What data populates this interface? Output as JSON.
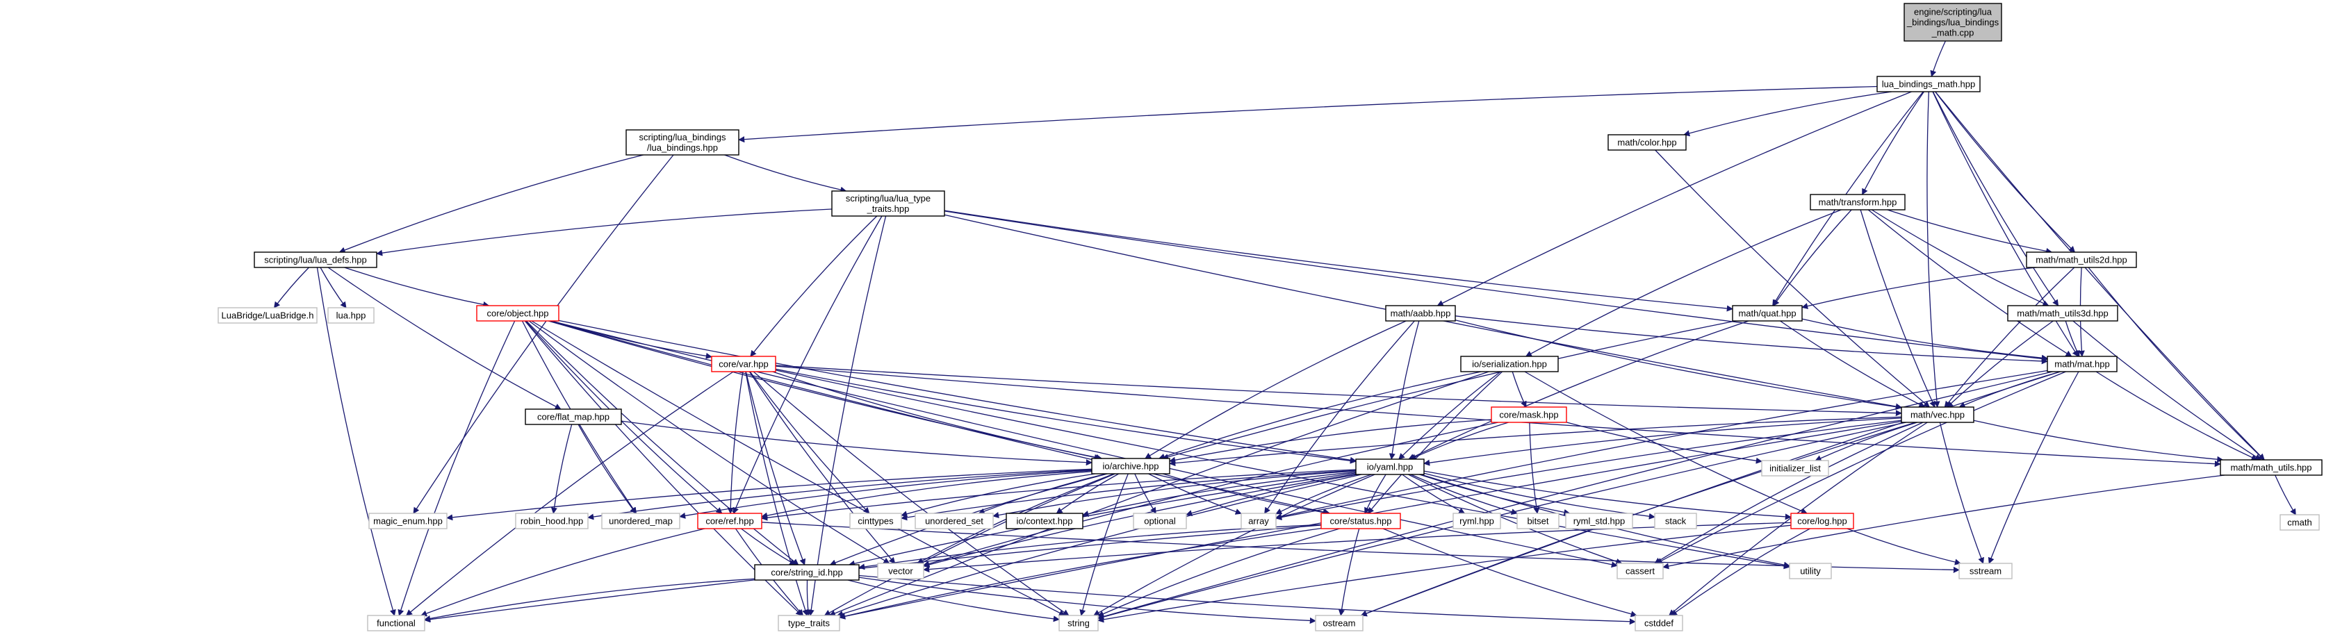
{
  "title": "engine/scripting/lua/lua_bindings/lua_bindings_math.cpp",
  "colors": {
    "edge": "#191970",
    "root_fill": "#bfbfbf",
    "root_stroke": "#000000",
    "node_fill": "#ffffff",
    "node_stroke": "#000000",
    "truncated_stroke": "#ff0000",
    "system_stroke": "#bfbfbf",
    "text": "#000000"
  },
  "nodes": [
    {
      "id": "root",
      "label": [
        "engine/scripting/lua",
        "_bindings/lua_bindings",
        "_math.cpp"
      ],
      "kind": "root"
    },
    {
      "id": "lbm",
      "label": [
        "lua_bindings_math.hpp"
      ],
      "kind": "normal"
    },
    {
      "id": "slb",
      "label": [
        "scripting/lua_bindings",
        "/lua_bindings.hpp"
      ],
      "kind": "normal"
    },
    {
      "id": "color",
      "label": [
        "math/color.hpp"
      ],
      "kind": "normal"
    },
    {
      "id": "ltt",
      "label": [
        "scripting/lua/lua_type",
        "_traits.hpp"
      ],
      "kind": "normal"
    },
    {
      "id": "transform",
      "label": [
        "math/transform.hpp"
      ],
      "kind": "normal"
    },
    {
      "id": "mu2d",
      "label": [
        "math/math_utils2d.hpp"
      ],
      "kind": "normal"
    },
    {
      "id": "luadefs",
      "label": [
        "scripting/lua/lua_defs.hpp"
      ],
      "kind": "normal"
    },
    {
      "id": "lbridge",
      "label": [
        "LuaBridge/LuaBridge.h"
      ],
      "kind": "system"
    },
    {
      "id": "luahpp",
      "label": [
        "lua.hpp"
      ],
      "kind": "system"
    },
    {
      "id": "object",
      "label": [
        "core/object.hpp"
      ],
      "kind": "truncated"
    },
    {
      "id": "aabb",
      "label": [
        "math/aabb.hpp"
      ],
      "kind": "normal"
    },
    {
      "id": "quat",
      "label": [
        "math/quat.hpp"
      ],
      "kind": "normal"
    },
    {
      "id": "mu3d",
      "label": [
        "math/math_utils3d.hpp"
      ],
      "kind": "normal"
    },
    {
      "id": "var",
      "label": [
        "core/var.hpp"
      ],
      "kind": "truncated"
    },
    {
      "id": "serial",
      "label": [
        "io/serialization.hpp"
      ],
      "kind": "normal"
    },
    {
      "id": "mat",
      "label": [
        "math/mat.hpp"
      ],
      "kind": "normal"
    },
    {
      "id": "flatmap",
      "label": [
        "core/flat_map.hpp"
      ],
      "kind": "normal"
    },
    {
      "id": "mask",
      "label": [
        "core/mask.hpp"
      ],
      "kind": "truncated"
    },
    {
      "id": "vec",
      "label": [
        "math/vec.hpp"
      ],
      "kind": "normal"
    },
    {
      "id": "archive",
      "label": [
        "io/archive.hpp"
      ],
      "kind": "normal"
    },
    {
      "id": "yaml",
      "label": [
        "io/yaml.hpp"
      ],
      "kind": "normal"
    },
    {
      "id": "initlist",
      "label": [
        "initializer_list"
      ],
      "kind": "system"
    },
    {
      "id": "mathutils",
      "label": [
        "math/math_utils.hpp"
      ],
      "kind": "normal"
    },
    {
      "id": "magicenum",
      "label": [
        "magic_enum.hpp"
      ],
      "kind": "system"
    },
    {
      "id": "robinhood",
      "label": [
        "robin_hood.hpp"
      ],
      "kind": "system"
    },
    {
      "id": "umap",
      "label": [
        "unordered_map"
      ],
      "kind": "system"
    },
    {
      "id": "ref",
      "label": [
        "core/ref.hpp"
      ],
      "kind": "truncated"
    },
    {
      "id": "cinttypes",
      "label": [
        "cinttypes"
      ],
      "kind": "system"
    },
    {
      "id": "uset",
      "label": [
        "unordered_set"
      ],
      "kind": "system"
    },
    {
      "id": "context",
      "label": [
        "io/context.hpp"
      ],
      "kind": "normal"
    },
    {
      "id": "optional",
      "label": [
        "optional"
      ],
      "kind": "system"
    },
    {
      "id": "array",
      "label": [
        "array"
      ],
      "kind": "system"
    },
    {
      "id": "status",
      "label": [
        "core/status.hpp"
      ],
      "kind": "truncated"
    },
    {
      "id": "ryml",
      "label": [
        "ryml.hpp"
      ],
      "kind": "system"
    },
    {
      "id": "bitset",
      "label": [
        "bitset"
      ],
      "kind": "system"
    },
    {
      "id": "rymlstd",
      "label": [
        "ryml_std.hpp"
      ],
      "kind": "system"
    },
    {
      "id": "stack",
      "label": [
        "stack"
      ],
      "kind": "system"
    },
    {
      "id": "log",
      "label": [
        "core/log.hpp"
      ],
      "kind": "truncated"
    },
    {
      "id": "cmath",
      "label": [
        "cmath"
      ],
      "kind": "system"
    },
    {
      "id": "vector",
      "label": [
        "vector"
      ],
      "kind": "system"
    },
    {
      "id": "cassert",
      "label": [
        "cassert"
      ],
      "kind": "system"
    },
    {
      "id": "utility",
      "label": [
        "utility"
      ],
      "kind": "system"
    },
    {
      "id": "sstream",
      "label": [
        "sstream"
      ],
      "kind": "system"
    },
    {
      "id": "strid",
      "label": [
        "core/string_id.hpp"
      ],
      "kind": "normal"
    },
    {
      "id": "functional",
      "label": [
        "functional"
      ],
      "kind": "system"
    },
    {
      "id": "typetraits",
      "label": [
        "type_traits"
      ],
      "kind": "system"
    },
    {
      "id": "string",
      "label": [
        "string"
      ],
      "kind": "system"
    },
    {
      "id": "ostream",
      "label": [
        "ostream"
      ],
      "kind": "system"
    },
    {
      "id": "cstddef",
      "label": [
        "cstddef"
      ],
      "kind": "system"
    }
  ],
  "edges": [
    [
      "root",
      "lbm"
    ],
    [
      "lbm",
      "slb"
    ],
    [
      "lbm",
      "color"
    ],
    [
      "lbm",
      "transform"
    ],
    [
      "lbm",
      "mu2d"
    ],
    [
      "lbm",
      "aabb"
    ],
    [
      "lbm",
      "quat"
    ],
    [
      "lbm",
      "mu3d"
    ],
    [
      "lbm",
      "mat"
    ],
    [
      "lbm",
      "vec"
    ],
    [
      "lbm",
      "mathutils"
    ],
    [
      "slb",
      "ltt"
    ],
    [
      "slb",
      "luadefs"
    ],
    [
      "slb",
      "magicenum"
    ],
    [
      "color",
      "vec"
    ],
    [
      "ltt",
      "luadefs"
    ],
    [
      "ltt",
      "var"
    ],
    [
      "ltt",
      "ref"
    ],
    [
      "ltt",
      "quat"
    ],
    [
      "ltt",
      "mat"
    ],
    [
      "ltt",
      "vec"
    ],
    [
      "ltt",
      "typetraits"
    ],
    [
      "luadefs",
      "lbridge"
    ],
    [
      "luadefs",
      "luahpp"
    ],
    [
      "luadefs",
      "object"
    ],
    [
      "luadefs",
      "flatmap"
    ],
    [
      "luadefs",
      "functional"
    ],
    [
      "transform",
      "quat"
    ],
    [
      "transform",
      "mat"
    ],
    [
      "transform",
      "vec"
    ],
    [
      "transform",
      "mu2d"
    ],
    [
      "transform",
      "mu3d"
    ],
    [
      "transform",
      "serial"
    ],
    [
      "mu2d",
      "quat"
    ],
    [
      "mu2d",
      "mat"
    ],
    [
      "mu2d",
      "vec"
    ],
    [
      "mu2d",
      "mathutils"
    ],
    [
      "mu3d",
      "mat"
    ],
    [
      "mu3d",
      "vec"
    ],
    [
      "mu3d",
      "mathutils"
    ],
    [
      "aabb",
      "vec"
    ],
    [
      "aabb",
      "mat"
    ],
    [
      "aabb",
      "yaml"
    ],
    [
      "aabb",
      "archive"
    ],
    [
      "aabb",
      "array"
    ],
    [
      "quat",
      "mat"
    ],
    [
      "quat",
      "vec"
    ],
    [
      "quat",
      "yaml"
    ],
    [
      "quat",
      "archive"
    ],
    [
      "object",
      "var"
    ],
    [
      "object",
      "ref"
    ],
    [
      "object",
      "archive"
    ],
    [
      "object",
      "yaml"
    ],
    [
      "object",
      "status"
    ],
    [
      "object",
      "strid"
    ],
    [
      "object",
      "umap"
    ],
    [
      "object",
      "vector"
    ],
    [
      "object",
      "functional"
    ],
    [
      "object",
      "typetraits"
    ],
    [
      "object",
      "string"
    ],
    [
      "object",
      "cassert"
    ],
    [
      "var",
      "ref"
    ],
    [
      "var",
      "archive"
    ],
    [
      "var",
      "yaml"
    ],
    [
      "var",
      "vec"
    ],
    [
      "var",
      "mathutils"
    ],
    [
      "var",
      "strid"
    ],
    [
      "var",
      "functional"
    ],
    [
      "var",
      "typetraits"
    ],
    [
      "var",
      "vector"
    ],
    [
      "var",
      "string"
    ],
    [
      "var",
      "cinttypes"
    ],
    [
      "var",
      "utility"
    ],
    [
      "serial",
      "archive"
    ],
    [
      "serial",
      "yaml"
    ],
    [
      "serial",
      "mask"
    ],
    [
      "serial",
      "status"
    ],
    [
      "serial",
      "log"
    ],
    [
      "serial",
      "typetraits"
    ],
    [
      "mat",
      "vec"
    ],
    [
      "mat",
      "mathutils"
    ],
    [
      "mat",
      "array"
    ],
    [
      "mat",
      "cassert"
    ],
    [
      "mat",
      "sstream"
    ],
    [
      "mat",
      "string"
    ],
    [
      "mat",
      "ostream"
    ],
    [
      "flatmap",
      "archive"
    ],
    [
      "flatmap",
      "robinhood"
    ],
    [
      "flatmap",
      "umap"
    ],
    [
      "mask",
      "archive"
    ],
    [
      "mask",
      "yaml"
    ],
    [
      "mask",
      "bitset"
    ],
    [
      "mask",
      "initlist"
    ],
    [
      "mask",
      "vector"
    ],
    [
      "vec",
      "mathutils"
    ],
    [
      "vec",
      "archive"
    ],
    [
      "vec",
      "yaml"
    ],
    [
      "vec",
      "initlist"
    ],
    [
      "vec",
      "array"
    ],
    [
      "vec",
      "cassert"
    ],
    [
      "vec",
      "sstream"
    ],
    [
      "vec",
      "string"
    ],
    [
      "vec",
      "ostream"
    ],
    [
      "vec",
      "cstddef"
    ],
    [
      "vec",
      "typetraits"
    ],
    [
      "archive",
      "magicenum"
    ],
    [
      "archive",
      "robinhood"
    ],
    [
      "archive",
      "umap"
    ],
    [
      "archive",
      "ref"
    ],
    [
      "archive",
      "cinttypes"
    ],
    [
      "archive",
      "uset"
    ],
    [
      "archive",
      "context"
    ],
    [
      "archive",
      "optional"
    ],
    [
      "archive",
      "array"
    ],
    [
      "archive",
      "status"
    ],
    [
      "archive",
      "strid"
    ],
    [
      "archive",
      "vector"
    ],
    [
      "archive",
      "string"
    ],
    [
      "archive",
      "typetraits"
    ],
    [
      "yaml",
      "ref"
    ],
    [
      "yaml",
      "cinttypes"
    ],
    [
      "yaml",
      "uset"
    ],
    [
      "yaml",
      "context"
    ],
    [
      "yaml",
      "optional"
    ],
    [
      "yaml",
      "array"
    ],
    [
      "yaml",
      "status"
    ],
    [
      "yaml",
      "ryml"
    ],
    [
      "yaml",
      "bitset"
    ],
    [
      "yaml",
      "rymlstd"
    ],
    [
      "yaml",
      "stack"
    ],
    [
      "yaml",
      "log"
    ],
    [
      "yaml",
      "vector"
    ],
    [
      "yaml",
      "strid"
    ],
    [
      "yaml",
      "cassert"
    ],
    [
      "yaml",
      "utility"
    ],
    [
      "yaml",
      "string"
    ],
    [
      "yaml",
      "typetraits"
    ],
    [
      "mathutils",
      "cmath"
    ],
    [
      "mathutils",
      "cassert"
    ],
    [
      "ref",
      "strid"
    ],
    [
      "ref",
      "typetraits"
    ],
    [
      "ref",
      "functional"
    ],
    [
      "ref",
      "sstream"
    ],
    [
      "status",
      "strid"
    ],
    [
      "status",
      "string"
    ],
    [
      "status",
      "ostream"
    ],
    [
      "status",
      "typetraits"
    ],
    [
      "status",
      "functional"
    ],
    [
      "status",
      "cstddef"
    ],
    [
      "log",
      "vector"
    ],
    [
      "log",
      "sstream"
    ],
    [
      "log",
      "string"
    ],
    [
      "log",
      "cstddef"
    ],
    [
      "strid",
      "functional"
    ],
    [
      "strid",
      "string"
    ],
    [
      "strid",
      "typetraits"
    ],
    [
      "strid",
      "ostream"
    ],
    [
      "strid",
      "cstddef"
    ]
  ]
}
